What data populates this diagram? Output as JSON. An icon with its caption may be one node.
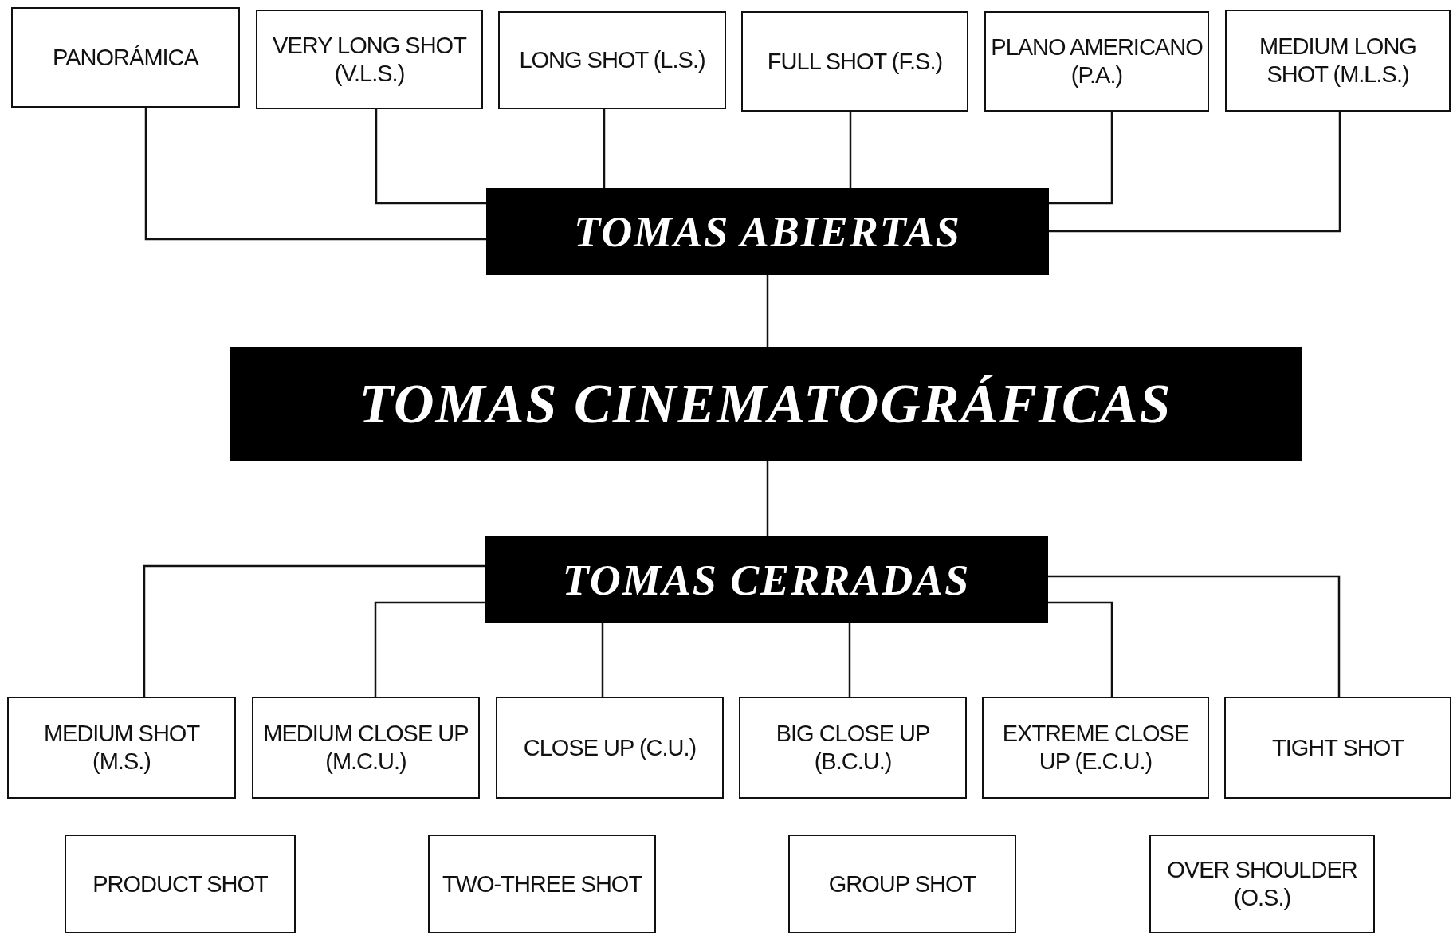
{
  "diagram": {
    "nodes": [
      {
        "text": [
          "PANORÁMICA"
        ]
      },
      {
        "text": [
          "VERY LONG SHOT (V.L.S.)"
        ]
      },
      {
        "text": [
          "LONG SHOT (L.S.)"
        ]
      },
      {
        "text": [
          "FULL SHOT (F.S.)"
        ]
      },
      {
        "text": [
          "PLANO AMERICANO (P.A.)"
        ]
      },
      {
        "text": [
          "MEDIUM LONG SHOT (M.L.S.)"
        ]
      },
      {
        "text": [
          "TOMAS ABIERTAS"
        ]
      },
      {
        "text": [
          "TOMAS CINEMATOGRÁFICAS"
        ]
      },
      {
        "text": [
          "TOMAS CERRADAS"
        ]
      },
      {
        "text": [
          "MEDIUM SHOT (M.S.)"
        ]
      },
      {
        "text": [
          "MEDIUM CLOSE UP (M.C.U.)"
        ]
      },
      {
        "text": [
          "CLOSE UP (C.U.)"
        ]
      },
      {
        "text": [
          "BIG CLOSE UP (B.C.U.)"
        ]
      },
      {
        "text": [
          "EXTREME CLOSE UP (E.C.U.)"
        ]
      },
      {
        "text": [
          "TIGHT SHOT"
        ]
      },
      {
        "text": [
          "PRODUCT SHOT"
        ]
      },
      {
        "text": [
          "TWO-THREE SHOT"
        ]
      },
      {
        "text": [
          "GROUP SHOT"
        ]
      },
      {
        "text": [
          "OVER SHOULDER (O.S.)"
        ]
      }
    ],
    "edges": [
      {
        "from": 6,
        "to": 0,
        "arrow": "none"
      },
      {
        "from": 6,
        "to": 1,
        "arrow": "none"
      },
      {
        "from": 6,
        "to": 2,
        "arrow": "none"
      },
      {
        "from": 6,
        "to": 3,
        "arrow": "none"
      },
      {
        "from": 6,
        "to": 4,
        "arrow": "none"
      },
      {
        "from": 6,
        "to": 5,
        "arrow": "none"
      },
      {
        "from": 7,
        "to": 6,
        "arrow": "none"
      },
      {
        "from": 7,
        "to": 8,
        "arrow": "none"
      },
      {
        "from": 8,
        "to": 9,
        "arrow": "none"
      },
      {
        "from": 8,
        "to": 10,
        "arrow": "none"
      },
      {
        "from": 8,
        "to": 11,
        "arrow": "none"
      },
      {
        "from": 8,
        "to": 12,
        "arrow": "none"
      },
      {
        "from": 8,
        "to": 13,
        "arrow": "none"
      },
      {
        "from": 8,
        "to": 14,
        "arrow": "none"
      }
    ]
  }
}
